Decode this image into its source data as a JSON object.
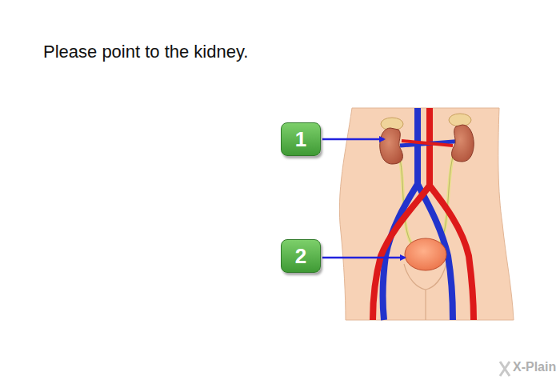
{
  "diagram": {
    "title": "Please point to the kidney.",
    "nodes": [
      {
        "text": [
          "1"
        ]
      },
      {
        "text": [
          "2"
        ]
      }
    ],
    "labels": [
      "X-Plain"
    ]
  }
}
